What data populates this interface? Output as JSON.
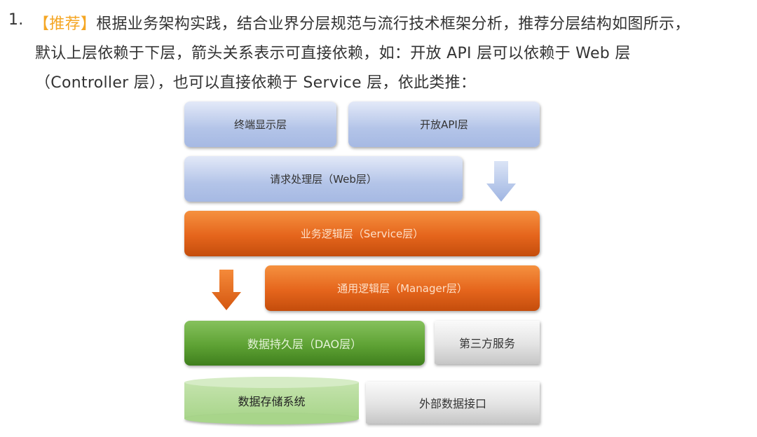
{
  "text": {
    "number": "1.",
    "tag": "【推荐】",
    "line1": "根据业务架构实践，结合业界分层规范与流行技术框架分析，推荐分层结构如图所示，",
    "line2": "默认上层依赖于下层，箭头关系表示可直接依赖，如：开放 API 层可以依赖于 Web 层",
    "line3": "（Controller 层），也可以直接依赖于 Service 层，依此类推："
  },
  "diagram": {
    "terminal": "终端显示层",
    "open_api": "开放API层",
    "web": "请求处理层（Web层）",
    "service": "业务逻辑层（Service层）",
    "manager": "通用逻辑层（Manager层）",
    "dao": "数据持久层（DAO层）",
    "third_party": "第三方服务",
    "storage": "数据存储系统",
    "external": "外部数据接口"
  }
}
